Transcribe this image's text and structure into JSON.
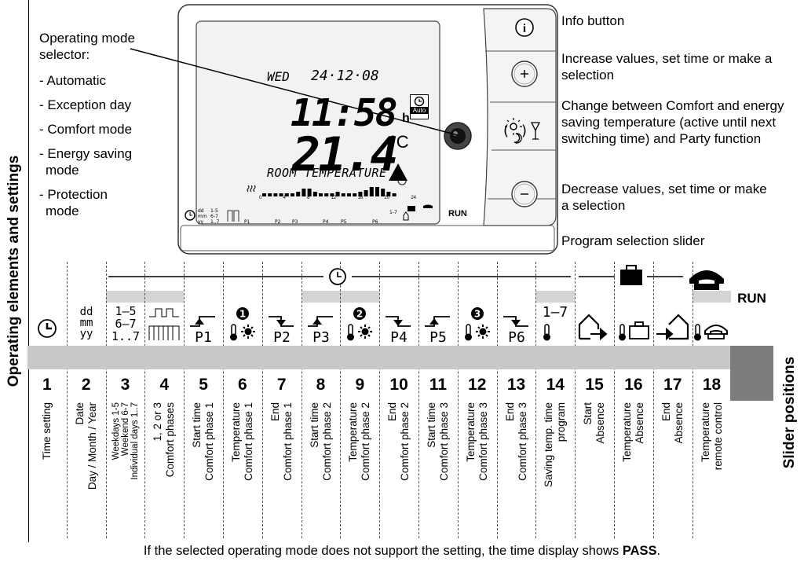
{
  "side_titles": {
    "left": "Operating elements and settings",
    "right": "Slider positions"
  },
  "mode_selector": {
    "title_line1": "Operating mode",
    "title_line2": "selector:",
    "items": [
      "- Automatic",
      "- Exception day",
      "- Comfort mode",
      "- Energy saving",
      "mode",
      "- Protection",
      "mode"
    ]
  },
  "callouts": {
    "info": "Info button",
    "increase": "Increase values, set time or make a selection",
    "change": "Change between Comfort and energy saving temperature (active until next switching time) and Party function",
    "decrease": "Decrease values, set time or make a selection",
    "slider": "Program selection slider"
  },
  "display": {
    "day": "WED",
    "date": "24·12·08",
    "time": "11:58",
    "time_unit": "h",
    "temperature": "21.4",
    "temp_unit": "°C",
    "auto_label": "Auto",
    "message": "ROOM TEMPERATURE",
    "scale": [
      "0",
      "4",
      "8",
      "12",
      "16",
      "20",
      "24"
    ],
    "run": "RUN"
  },
  "columns": [
    {
      "num": "1",
      "desc": [
        "Time setting"
      ]
    },
    {
      "num": "2",
      "sym": "dd\nmm\nyy",
      "desc": [
        "Date",
        "Day / Month / Year"
      ]
    },
    {
      "num": "3",
      "sym": "1–5\n6–7\n1..7",
      "desc": [
        "Weekdays 1-5",
        "Weekend 6-7",
        "Individual days 1..7"
      ]
    },
    {
      "num": "4",
      "desc": [
        "1, 2 or 3",
        "Comfort phases"
      ]
    },
    {
      "num": "5",
      "sym": "P1",
      "desc": [
        "Start time",
        "Comfort phase 1"
      ]
    },
    {
      "num": "6",
      "desc": [
        "Temperature",
        "Comfort phase 1"
      ]
    },
    {
      "num": "7",
      "sym": "P2",
      "desc": [
        "End",
        "Comfort phase 1"
      ]
    },
    {
      "num": "8",
      "sym": "P3",
      "desc": [
        "Start time",
        "Comfort phase 2"
      ]
    },
    {
      "num": "9",
      "desc": [
        "Temperature",
        "Comfort phase 2"
      ]
    },
    {
      "num": "10",
      "sym": "P4",
      "desc": [
        "End",
        "Comfort phase 2"
      ]
    },
    {
      "num": "11",
      "sym": "P5",
      "desc": [
        "Start time",
        "Comfort phase 3"
      ]
    },
    {
      "num": "12",
      "desc": [
        "Temperature",
        "Comfort phase 3"
      ]
    },
    {
      "num": "13",
      "sym": "P6",
      "desc": [
        "End",
        "Comfort phase 3"
      ]
    },
    {
      "num": "14",
      "sym": "1–7",
      "desc": [
        "Saving temp. time",
        "program"
      ]
    },
    {
      "num": "15",
      "desc": [
        "Start",
        "Absence"
      ]
    },
    {
      "num": "16",
      "desc": [
        "Temperature",
        "Absence"
      ]
    },
    {
      "num": "17",
      "desc": [
        "End",
        "Absence"
      ]
    },
    {
      "num": "18",
      "desc": [
        "Temperature",
        "remote control"
      ]
    }
  ],
  "run_label": "RUN",
  "footer": {
    "text": "If the selected operating mode does not support the setting, the time display shows ",
    "bold": "PASS",
    "end": "."
  }
}
